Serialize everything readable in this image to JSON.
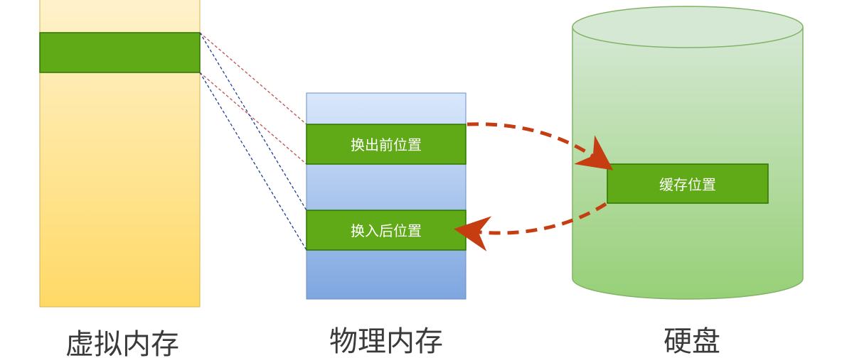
{
  "labels": {
    "virtual_memory": "虚拟内存",
    "physical_memory": "物理内存",
    "disk": "硬盘",
    "swap_out_position": "换出前位置",
    "swap_in_position": "换入后位置",
    "cache_position": "缓存位置"
  },
  "colors": {
    "virtual_fill_top": "#fff2cc",
    "virtual_fill_bottom": "#ffd966",
    "virtual_stroke": "#d6b656",
    "physical_fill_top": "#dae8fc",
    "physical_fill_bottom": "#7ea6e0",
    "physical_stroke": "#6c8ebf",
    "disk_fill_top": "#d5e8d4",
    "disk_fill_bottom": "#97d077",
    "disk_stroke": "#82b366",
    "page_block": "#60a917",
    "page_block_stroke": "#2d7600",
    "mapping_red": "#c0504d",
    "mapping_blue": "#1f3c99",
    "swap_arrow": "#c63d12"
  }
}
